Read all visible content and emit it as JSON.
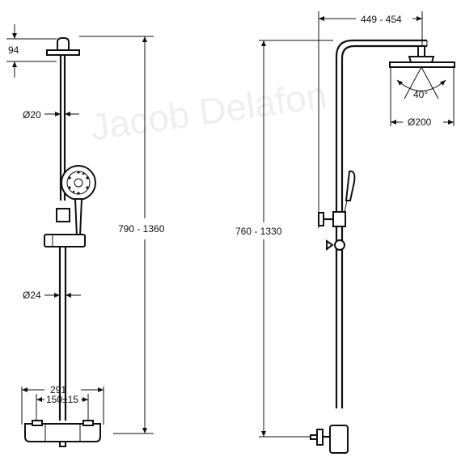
{
  "watermark": "Jacob Delafon",
  "front_view": {
    "dim_top_offset": "94",
    "dim_upper_pipe_diameter": "Ø20",
    "dim_total_height": "790 - 1360",
    "dim_lower_pipe_diameter": "Ø24",
    "dim_mixer_width": "291",
    "dim_mixer_centers": "150±15"
  },
  "side_view": {
    "dim_arm_reach": "449 - 454",
    "dim_spray_angle": "40°",
    "dim_head_diameter": "Ø200",
    "dim_total_height": "760 - 1330"
  }
}
